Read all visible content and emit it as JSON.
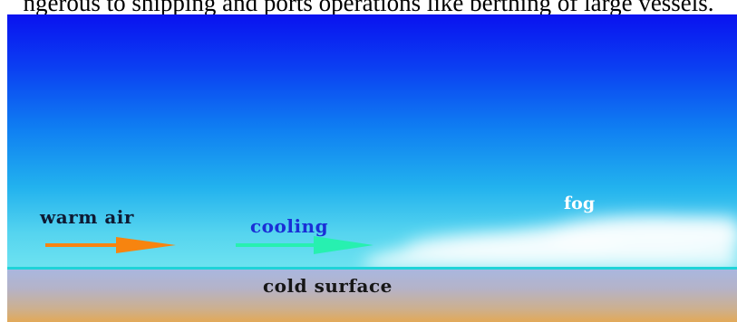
{
  "caption": "ngerous to shipping and ports operations like berthing of large vessels.",
  "diagram": {
    "labels": {
      "warm_air": "warm air",
      "cooling": "cooling",
      "fog": "fog",
      "cold_surface": "cold surface"
    },
    "colors": {
      "sky_top": "#0a12f0",
      "sky_bottom": "#6ee3f0",
      "warm_arrow": "#f7840f",
      "cooling_arrow": "#27f0b0",
      "cooling_text": "#1a2fd6",
      "fog": "#ffffff",
      "ground_top": "#a9b7df",
      "ground_bottom": "#e2a958"
    }
  }
}
